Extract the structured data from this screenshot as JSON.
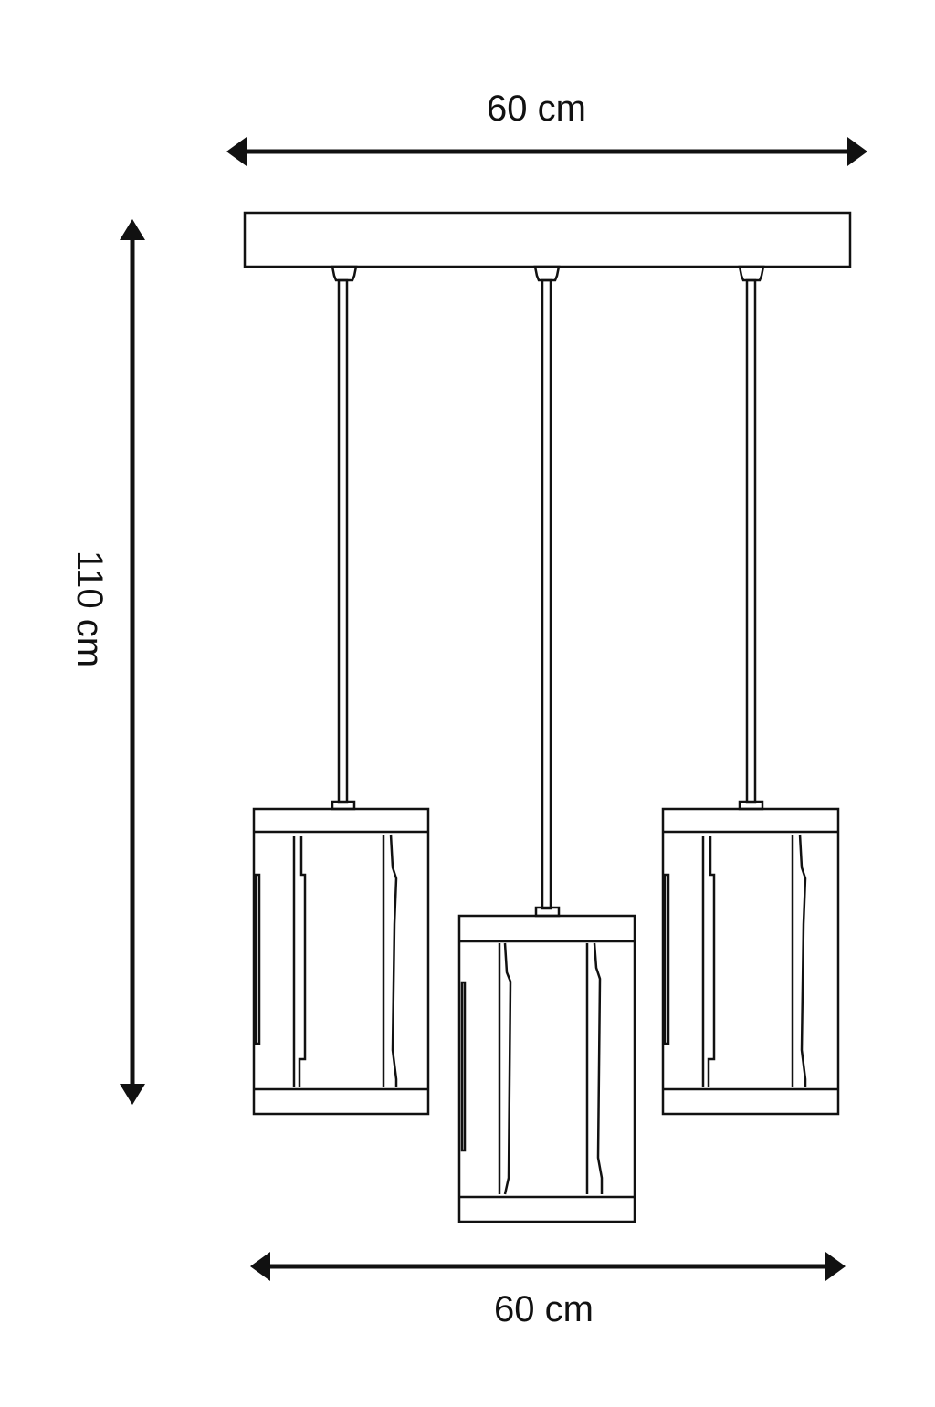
{
  "dimensions": {
    "top_width_label": "60 cm",
    "bottom_width_label": "60 cm",
    "height_label": "110 cm"
  },
  "colors": {
    "line": "#111111",
    "background": "#ffffff"
  },
  "pendant_count": 3
}
